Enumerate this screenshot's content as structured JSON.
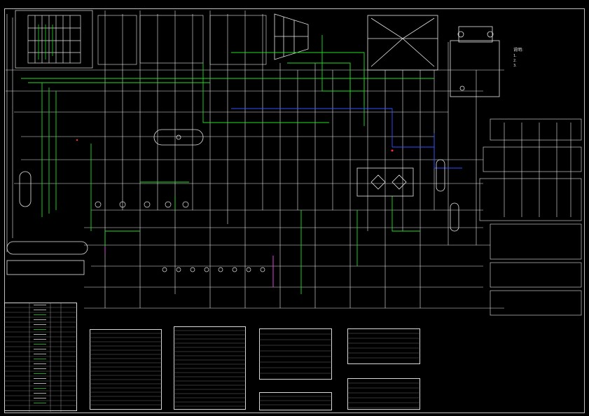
{
  "drawing": {
    "background": "#000000",
    "line_colors": {
      "main": "#e6e6e6",
      "green": "#22dd22",
      "blue": "#3050ff",
      "magenta": "#dd44dd",
      "red": "#ff3030"
    }
  },
  "notes": {
    "title": "说明:",
    "items": [
      "1.",
      "2.",
      "3."
    ]
  },
  "tables": [
    {
      "id": "legend",
      "caption": ""
    },
    {
      "id": "equipment-list-1",
      "caption": ""
    },
    {
      "id": "equipment-list-2",
      "caption": ""
    },
    {
      "id": "valve-list-1",
      "caption": ""
    },
    {
      "id": "valve-list-2",
      "caption": ""
    },
    {
      "id": "instrument-list",
      "caption": ""
    }
  ]
}
